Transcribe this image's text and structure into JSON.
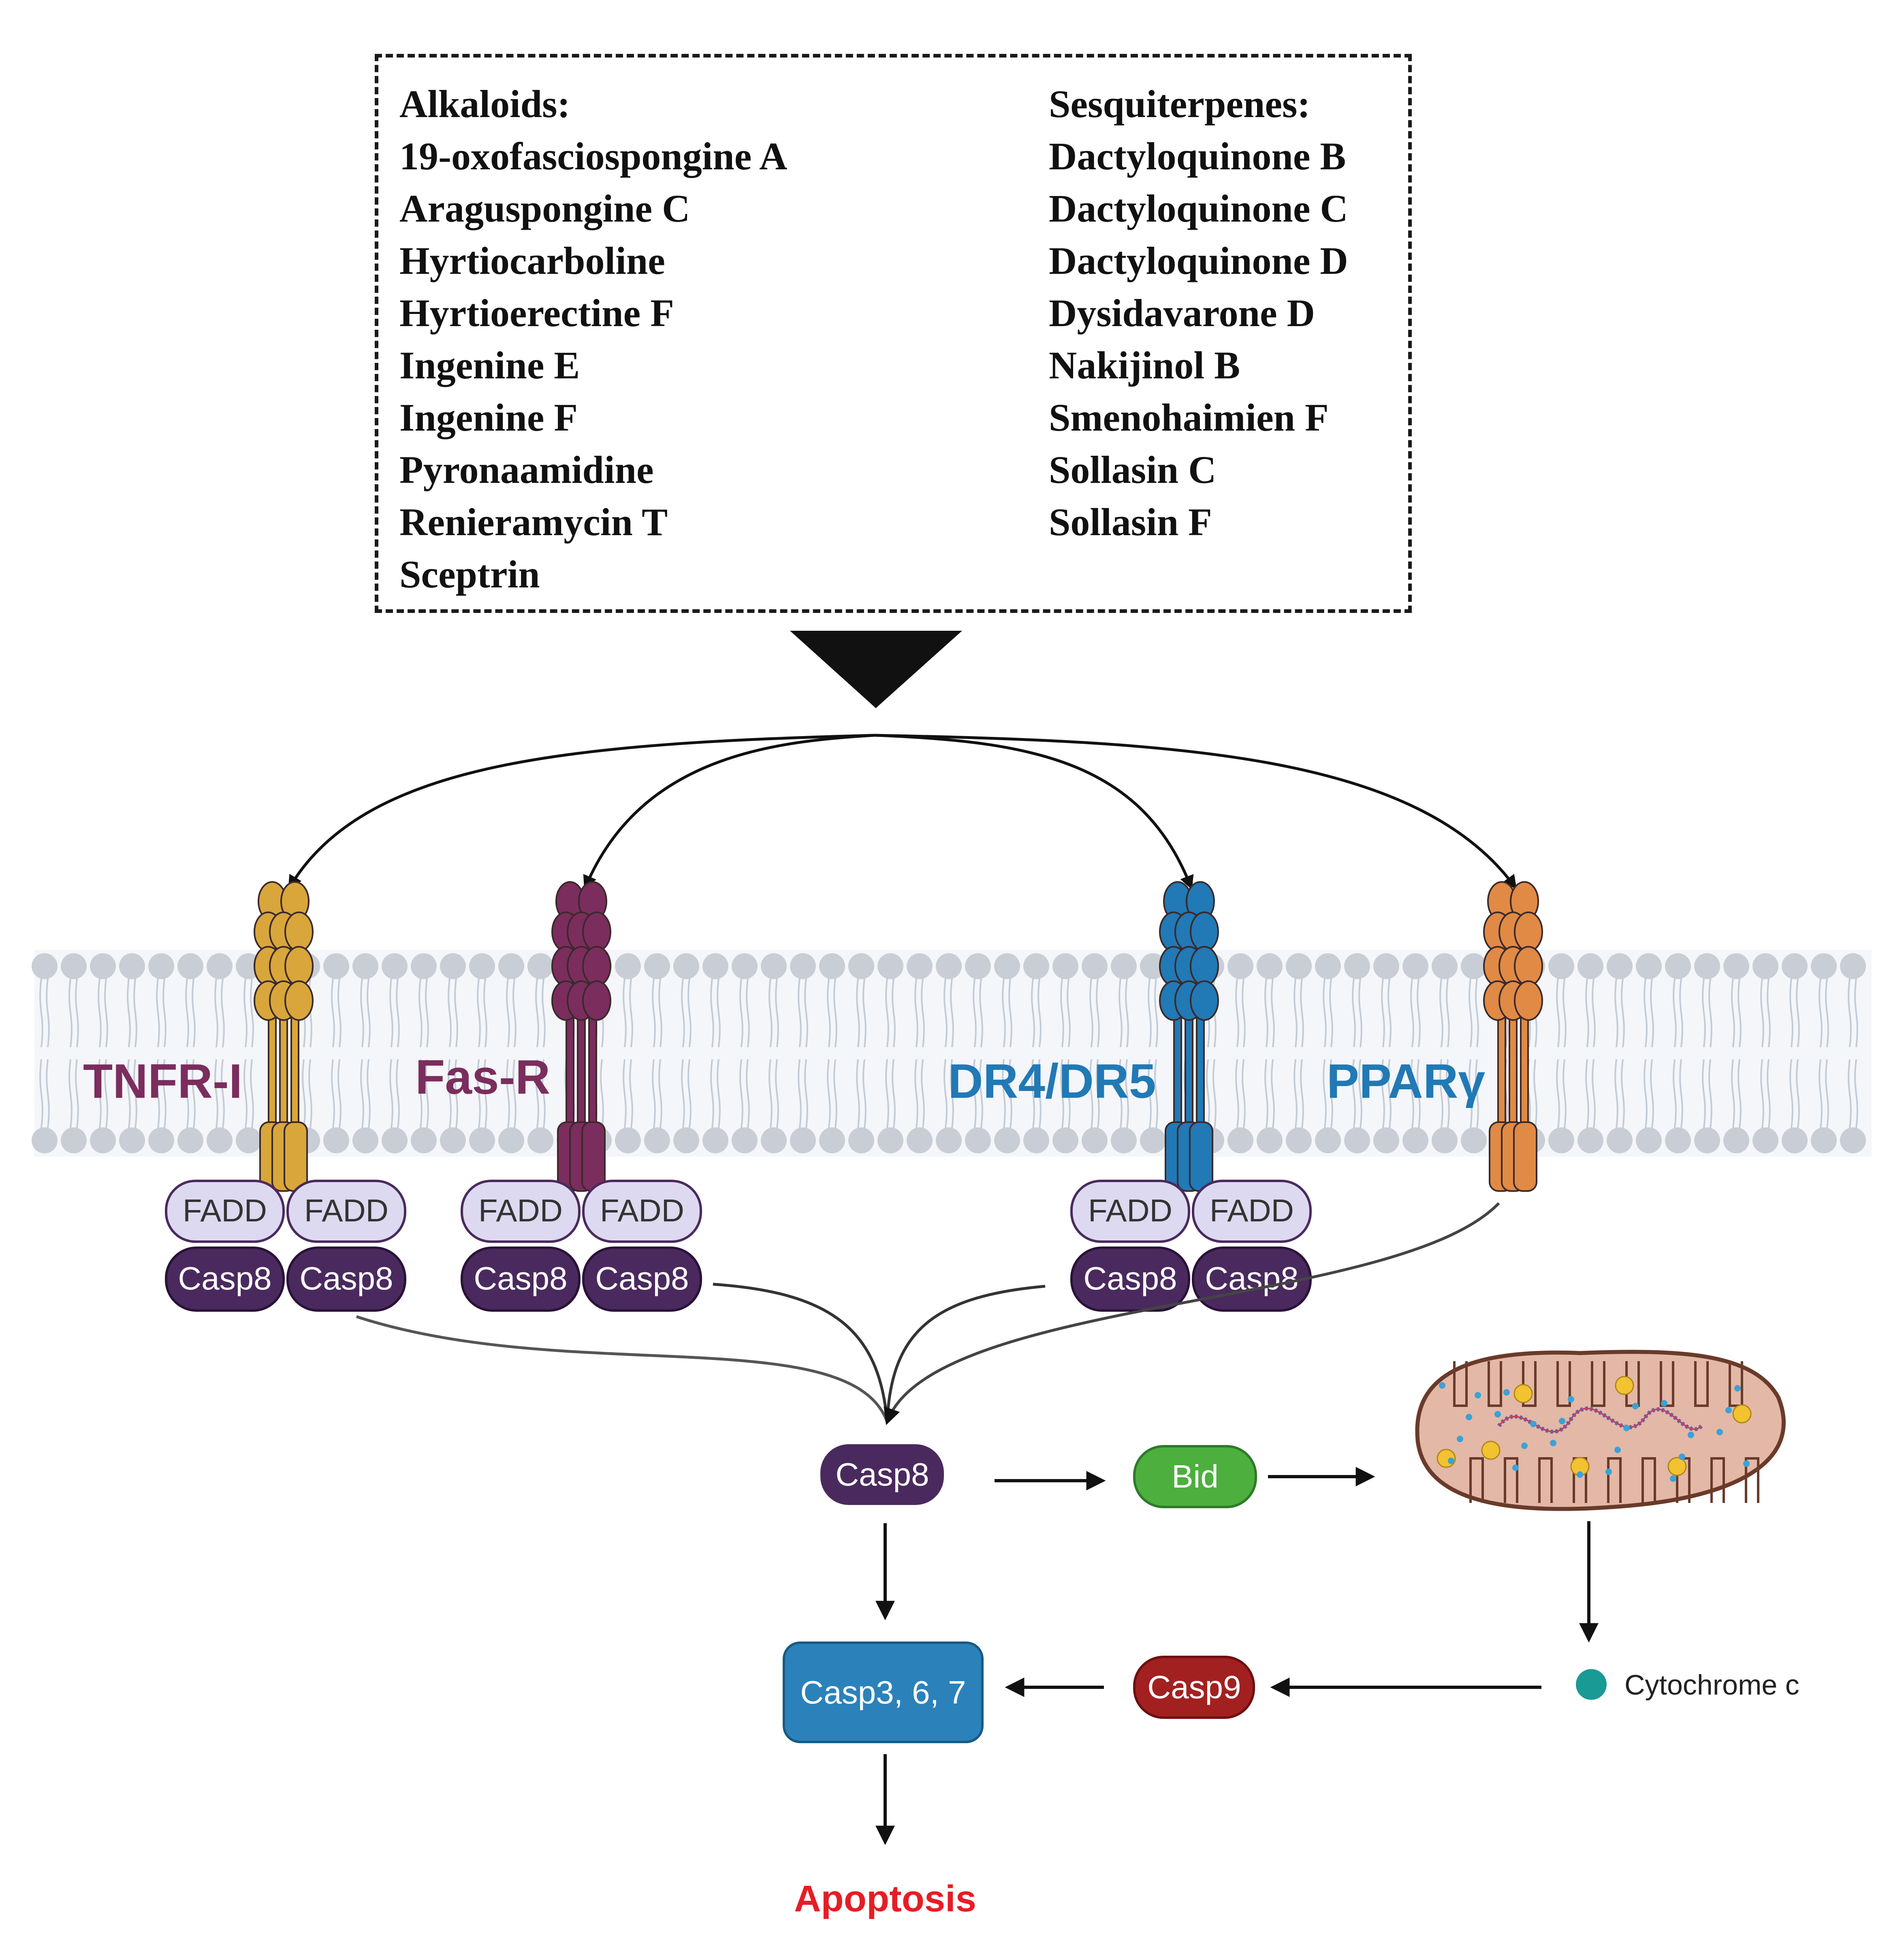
{
  "compounds": {
    "alkaloids": {
      "heading": "Alkaloids:",
      "items": [
        "19-oxofasciospongine A",
        "Araguspongine C",
        "Hyrtiocarboline",
        "Hyrtioerectine F",
        "Ingenine E",
        "Ingenine F",
        "Pyronaamidine",
        "Renieramycin T",
        "Sceptrin"
      ]
    },
    "sesquiterpenes": {
      "heading": "Sesquiterpenes:",
      "items": [
        "Dactyloquinone B",
        "Dactyloquinone C",
        "Dactyloquinone D",
        "Dysidavarone D",
        "Nakijinol B",
        "Smenohaimien F",
        "Sollasin C",
        "Sollasin F"
      ]
    }
  },
  "receptors": [
    {
      "label": "TNFR-I",
      "color": "#d9a63c",
      "label_color": "#7b2d5e"
    },
    {
      "label": "Fas-R",
      "color": "#7b2d5e",
      "label_color": "#7b2d5e"
    },
    {
      "label": "DR4/DR5",
      "color": "#2179b5",
      "label_color": "#2179b5"
    },
    {
      "label": "PPARγ",
      "color": "#e08a45",
      "label_color": "#2179b5"
    }
  ],
  "adaptors": {
    "fadd": "FADD",
    "casp8": "Casp8"
  },
  "nodes": {
    "casp8": "Casp8",
    "bid": "Bid",
    "casp9": "Casp9",
    "casp367": "Casp3, 6, 7",
    "cytochrome": "Cytochrome c",
    "apoptosis": "Apoptosis"
  },
  "colors": {
    "casp8": "#4a2a5e",
    "bid": "#4caf3e",
    "casp9": "#a32020",
    "casp367": "#2b82ba",
    "fadd": "#ddd9f0",
    "cytochrome": "#1a9a94",
    "apoptosis": "#e51e25",
    "membrane_head": "#c9ced6",
    "mitochondrion": "#e3b8a6"
  }
}
